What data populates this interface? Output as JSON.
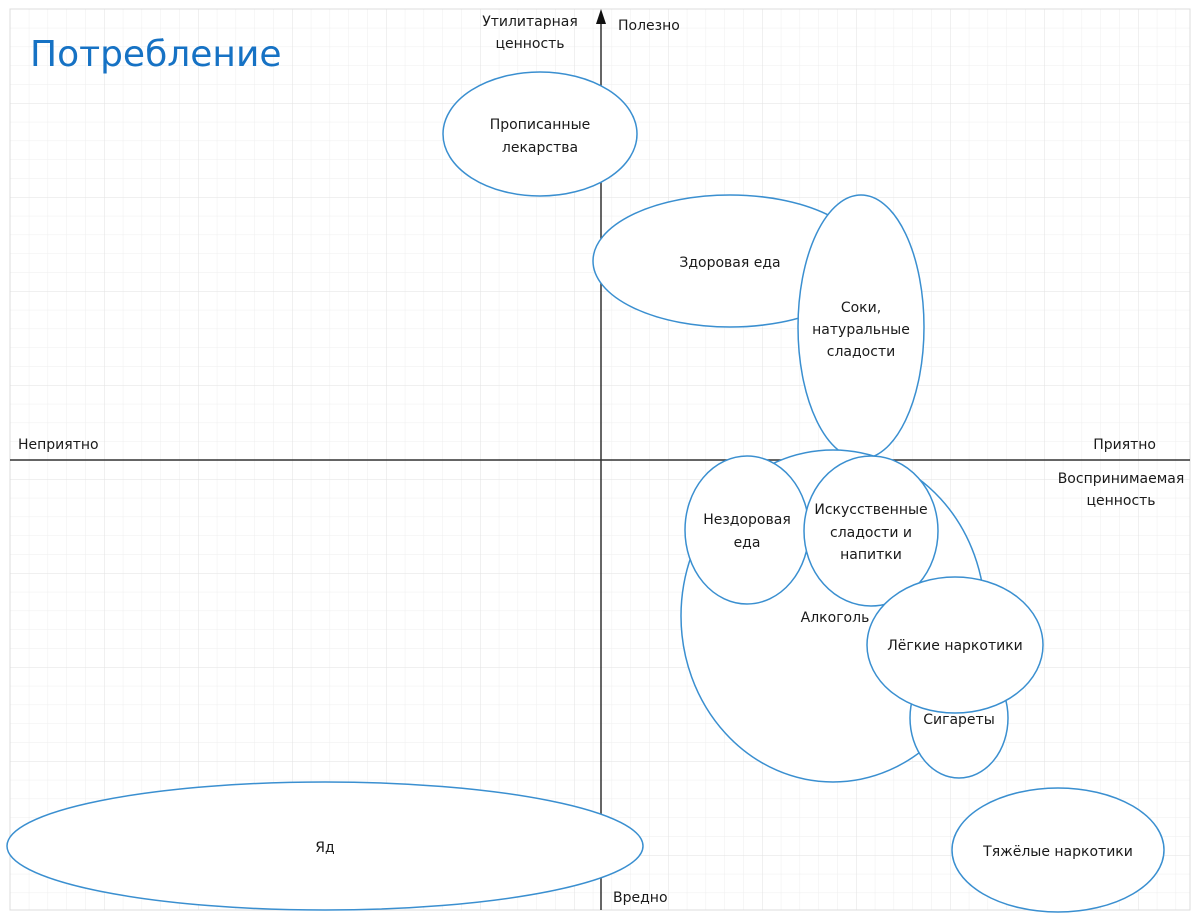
{
  "title": "Потребление",
  "axes": {
    "y_top_label_line1": "Утилитарная",
    "y_top_label_line2": "ценность",
    "top": "Полезно",
    "bottom": "Вредно",
    "left": "Неприятно",
    "right": "Приятно",
    "x_label_line1": "Воспринимаемая",
    "x_label_line2": "ценность"
  },
  "items": {
    "prescribed": [
      "Прописанные",
      "лекарства"
    ],
    "healthy": [
      "Здоровая еда"
    ],
    "juices": [
      "Соки,",
      "натуральные",
      "сладости"
    ],
    "alcohol": [
      "Алкоголь"
    ],
    "unhealthy": [
      "Нездоровая",
      "еда"
    ],
    "artificial": [
      "Искусственные",
      "сладости и",
      "напитки"
    ],
    "cigarettes": [
      "Сигареты"
    ],
    "light_drugs": [
      "Лёгкие наркотики"
    ],
    "poison": [
      "Яд"
    ],
    "hard_drugs": [
      "Тяжёлые наркотики"
    ]
  },
  "colors": {
    "accent": "#1672c4",
    "outline": "#3a8fd0"
  }
}
